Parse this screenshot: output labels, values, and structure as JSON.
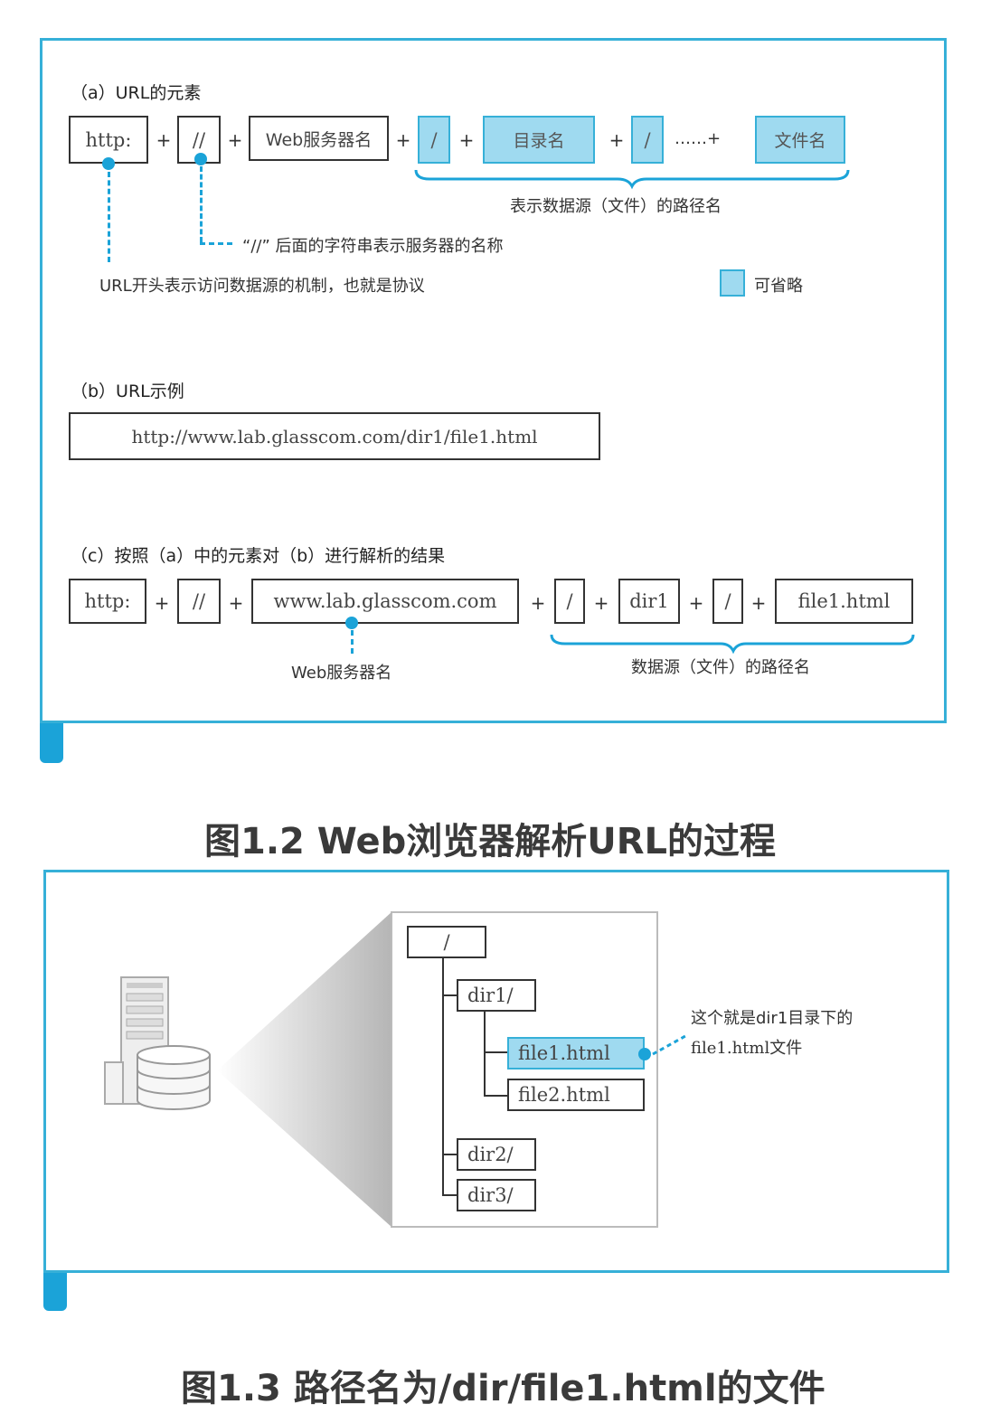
{
  "fig12": {
    "a": {
      "title": "（a）URL的元素",
      "parts": [
        "http:",
        "//",
        "Web服务器名",
        "/",
        "目录名",
        "/",
        "文件名"
      ],
      "ellipsis_plus": "……+",
      "plus": "+",
      "path_label": "表示数据源（文件）的路径名",
      "slash_note": "“//” 后面的字符串表示服务器的名称",
      "protocol_note": "URL开头表示访问数据源的机制，也就是协议",
      "legend": "可省略"
    },
    "b": {
      "title": "（b）URL示例",
      "url": "http://www.lab.glasscom.com/dir1/file1.html"
    },
    "c": {
      "title": "（c）按照（a）中的元素对（b）进行解析的结果",
      "parts": [
        "http:",
        "//",
        "www.lab.glasscom.com",
        "/",
        "dir1",
        "/",
        "file1.html"
      ],
      "server_label": "Web服务器名",
      "path_label": "数据源（文件）的路径名"
    },
    "caption": "图1.2 Web浏览器解析URL的过程"
  },
  "fig13": {
    "tree": {
      "root": "/",
      "dir1": "dir1/",
      "file1": "file1.html",
      "file2": "file2.html",
      "dir2": "dir2/",
      "dir3": "dir3/"
    },
    "note_line1": "这个就是dir1目录下的",
    "note_line2": "file1.html文件",
    "caption": "图1.3 路径名为/dir/file1.html的文件"
  },
  "colors": {
    "accent": "#1ba3d8",
    "highlight": "#9fdaf0"
  }
}
